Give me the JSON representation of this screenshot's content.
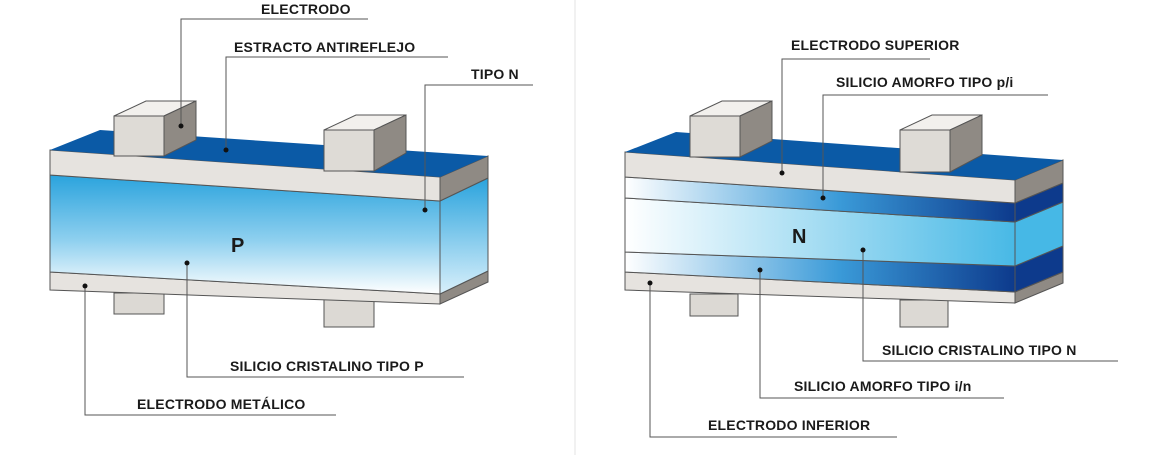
{
  "left_diagram": {
    "cell_label": "P",
    "labels": {
      "electrode": "ELECTRODO",
      "antireflective": "ESTRACTO ANTIREFLEJO",
      "n_type": "TIPO N",
      "p_silicon": "SILICIO CRISTALINO TIPO P",
      "metal_electrode": "ELECTRODO METÁLICO"
    }
  },
  "right_diagram": {
    "cell_label": "N",
    "labels": {
      "top_electrode": "ELECTRODO SUPERIOR",
      "amorphous_pi": "SILICIO AMORFO TIPO p/i",
      "n_silicon": "SILICIO CRISTALINO TIPO N",
      "amorphous_in": "SILICIO AMORFO TIPO i/n",
      "bottom_electrode": "ELECTRODO INFERIOR"
    }
  },
  "colors": {
    "dark_blue": "#0b5aa6",
    "light_blue": "#46b8e6",
    "navy": "#0d3a8c",
    "electrode_gray": "#dedbd6",
    "electrode_side": "#8f8a84",
    "layer_gray": "#e6e3df"
  }
}
